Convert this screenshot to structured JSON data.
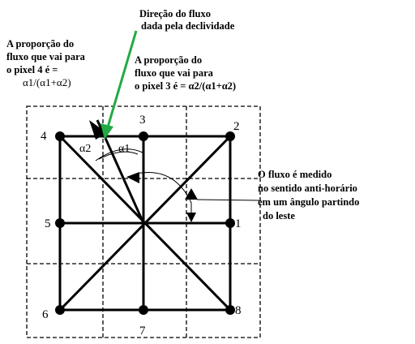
{
  "annotations": {
    "flow_direction": [
      "Direção do fluxo",
      "dada pela declividade"
    ],
    "proportion_pixel4": [
      "A proporção do",
      "fluxo que vai para",
      "o pixel 4 é ="
    ],
    "proportion_pixel4_formula": "α1/(α1+α2)",
    "proportion_pixel3": [
      "A proporção do",
      "fluxo que vai para",
      "o pixel 3 é = α2/(α1+α2)"
    ],
    "measurement": [
      "O fluxo é medido",
      "no sentido anti-horário",
      "em um ângulo partindo",
      "do leste"
    ]
  },
  "nodes": {
    "n1": "1",
    "n2": "2",
    "n3": "3",
    "n4": "4",
    "n5": "5",
    "n6": "6",
    "n7": "7",
    "n8": "8"
  },
  "angles": {
    "alpha1": "α1",
    "alpha2": "α2"
  },
  "colors": {
    "flow_arrow": "#22aa44",
    "lines": "#000000"
  }
}
